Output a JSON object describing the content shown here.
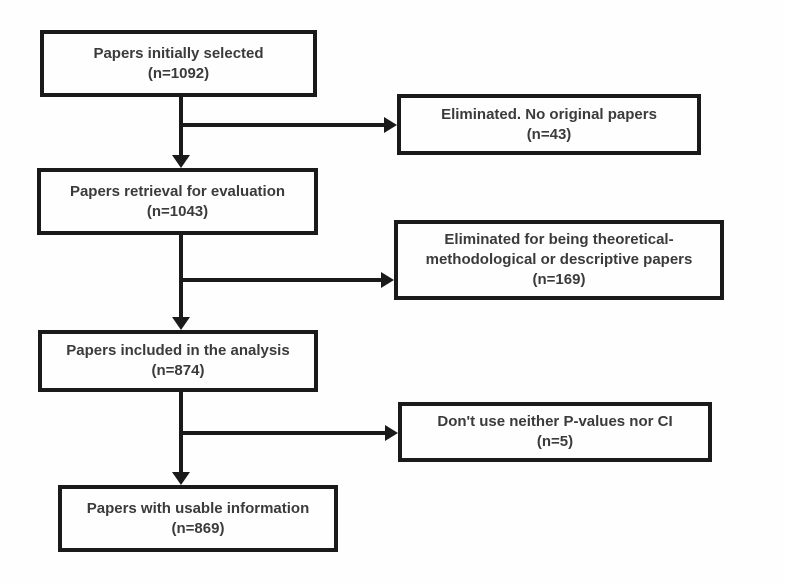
{
  "flowchart": {
    "boxes": [
      {
        "name": "papers-initially-selected",
        "lines": [
          "Papers initially selected",
          "(n=1092)"
        ]
      },
      {
        "name": "eliminated-no-original",
        "lines": [
          "Eliminated. No original papers",
          "(n=43)"
        ]
      },
      {
        "name": "papers-retrieval-evaluation",
        "lines": [
          "Papers retrieval for evaluation",
          "(n=1043)"
        ]
      },
      {
        "name": "eliminated-theoretical",
        "lines": [
          "Eliminated for being theoretical-",
          "methodological or descriptive papers",
          "(n=169)"
        ]
      },
      {
        "name": "papers-included-analysis",
        "lines": [
          "Papers included in the analysis",
          "(n=874)"
        ]
      },
      {
        "name": "no-pvalues-nor-ci",
        "lines": [
          "Don't use neither P-values nor CI",
          "(n=5)"
        ]
      },
      {
        "name": "papers-usable-information",
        "lines": [
          "Papers with usable information",
          "(n=869)"
        ]
      }
    ],
    "colors": {
      "background": "#fefefe",
      "box_border": "#1a1a1a",
      "connector_line": "#1a1a1a",
      "text": "#3b3b3b"
    }
  }
}
